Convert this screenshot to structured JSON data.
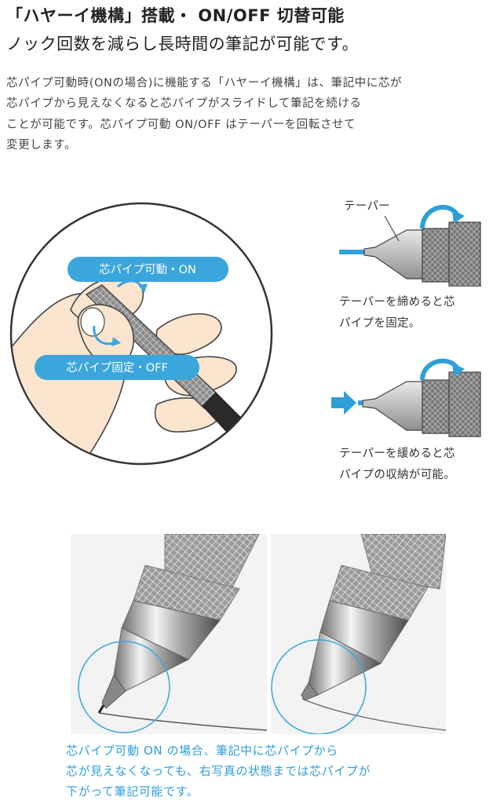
{
  "heading": {
    "line1": "「ハヤーイ機構」搭載・ ON/OFF 切替可能",
    "line2": "ノック回数を減らし長時間の筆記が可能です。"
  },
  "body": {
    "lines": [
      "芯パイプ可動時(ONの場合)に機能する「ハヤーイ機構」は、筆記中に芯が",
      "芯パイプから見えなくなると芯パイプがスライドして筆記を続ける",
      "ことが可能です。芯パイプ可動 ON/OFF はテーパーを回転させて",
      "変更します。"
    ]
  },
  "hand_diagram": {
    "on_label": "芯パイプ可動・ON",
    "off_label": "芯パイプ固定・OFF"
  },
  "taper_diagram": {
    "taper_label": "テーパー",
    "fixed_caption_line1": "テーパーを締めると芯",
    "fixed_caption_line2": "パイプを固定。",
    "retract_caption_line1": "テーパーを緩めると芯",
    "retract_caption_line2": "パイプの収納が可能。"
  },
  "photo_caption": {
    "line1": "芯パイプ可動 ON の場合、筆記中に芯パイプから",
    "line2": "芯が見えなくなっても、右写真の状態までは芯パイプが",
    "line3": "下がって筆記可能です。"
  },
  "colors": {
    "accent": "#2f9fd8",
    "pill": "#3aa6dc",
    "skin": "#fbe5cf"
  }
}
